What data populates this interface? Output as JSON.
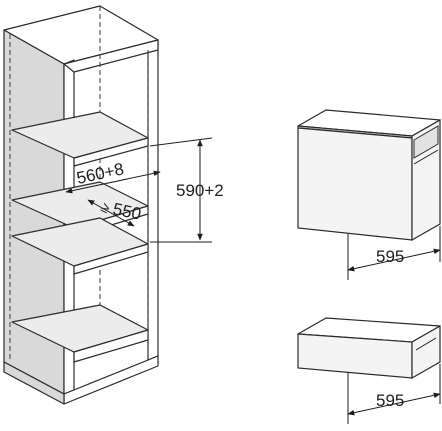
{
  "dimensions": {
    "niche_height": "590+2",
    "niche_width": "560+8",
    "niche_depth": "550",
    "niche_depth_prefix": "≥",
    "appliance_width_top": "595",
    "appliance_width_bottom": "595"
  }
}
